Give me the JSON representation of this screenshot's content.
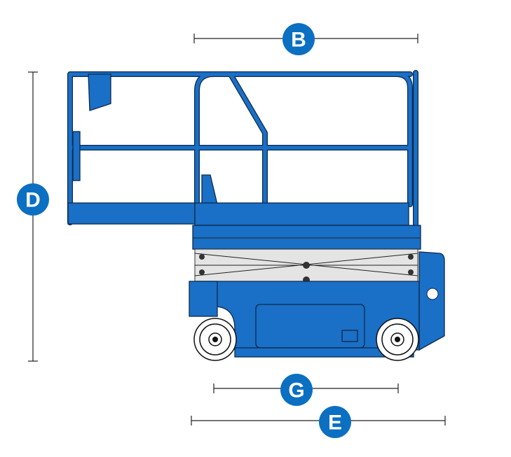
{
  "dimension_labels": {
    "platform_length": "B",
    "overall_height": "D",
    "wheelbase": "G",
    "overall_length": "E"
  },
  "colors": {
    "machine_blue": "#1a6fc6",
    "label_blue": "#0b6fc2",
    "scissor_gray": "#e4e4e4"
  }
}
